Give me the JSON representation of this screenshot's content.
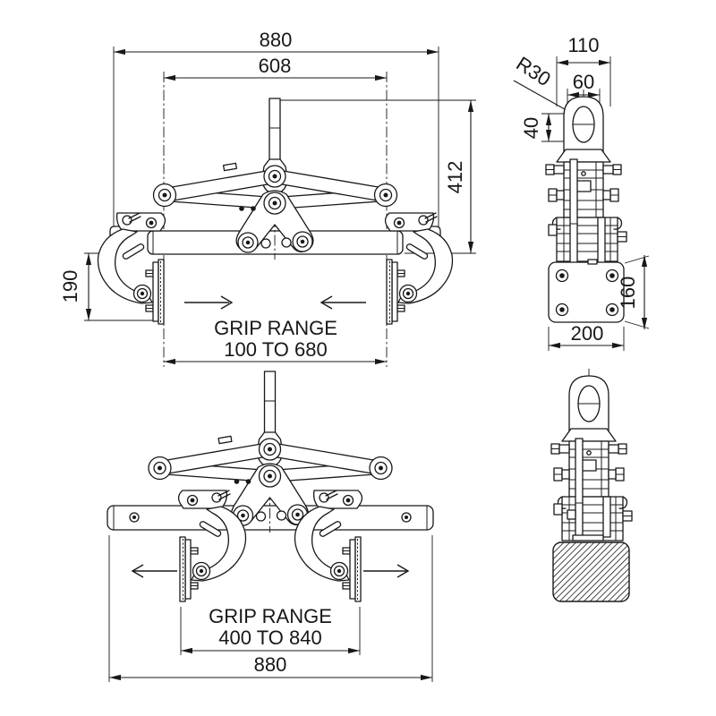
{
  "page": {
    "background": "#ffffff",
    "line_color": "#181818"
  },
  "front_view_closed": {
    "dim_overall_width": "880",
    "dim_pivot_span": "608",
    "dim_height": "412",
    "dim_jaw_depth": "190",
    "grip_range_label": "GRIP RANGE",
    "grip_range_value": "100 TO 680"
  },
  "side_view": {
    "dim_head_width": "110",
    "dim_eye_width": "60",
    "dim_eye_radius": "R30",
    "dim_eye_hole_height": "40",
    "dim_pad_height": "160",
    "dim_pad_width": "200"
  },
  "front_view_open": {
    "grip_range_label": "GRIP RANGE",
    "grip_range_value": "400 TO 840",
    "dim_overall_width": "880"
  }
}
